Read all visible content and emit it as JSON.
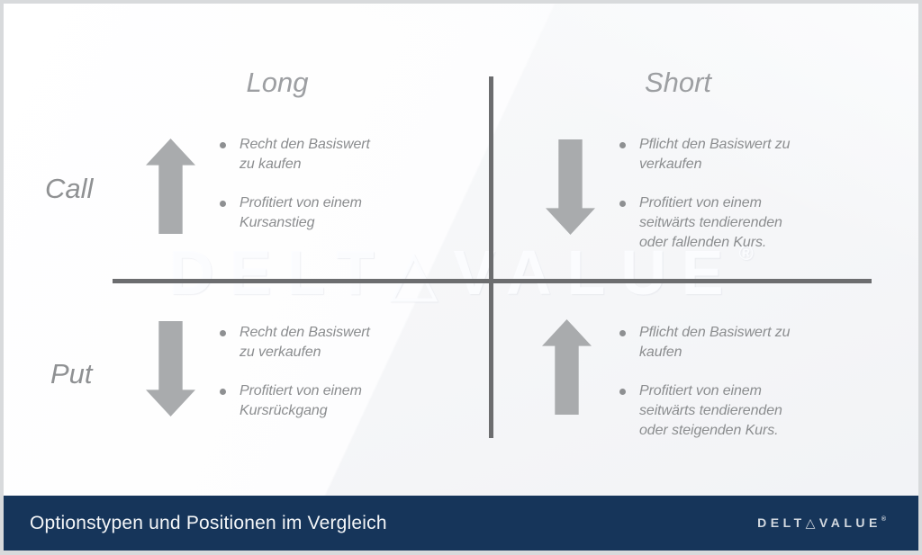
{
  "watermark": {
    "text": "DELT△VALUE",
    "registered": "®"
  },
  "matrix": {
    "col_headers": [
      "Long",
      "Short"
    ],
    "row_headers": [
      "Call",
      "Put"
    ],
    "quadrants": [
      {
        "row": "Call",
        "col": "Long",
        "arrow": "up",
        "bullets": [
          "Recht den Basiswert zu kaufen",
          "Profitiert von einem Kursanstieg"
        ]
      },
      {
        "row": "Call",
        "col": "Short",
        "arrow": "down",
        "bullets": [
          "Pflicht den Basiswert zu verkaufen",
          "Profitiert von einem seitwärts tendierenden oder fallenden Kurs."
        ]
      },
      {
        "row": "Put",
        "col": "Long",
        "arrow": "down",
        "bullets": [
          "Recht den Basiswert zu verkaufen",
          "Profitiert von einem Kursrückgang"
        ]
      },
      {
        "row": "Put",
        "col": "Short",
        "arrow": "up",
        "bullets": [
          "Pflicht den Basiswert zu kaufen",
          "Profitiert von einem seitwärts tendierenden oder steigenden Kurs."
        ]
      }
    ]
  },
  "footer": {
    "title": "Optionstypen und Positionen im Vergleich",
    "brand": "DELT△VALUE",
    "brand_registered": "®"
  },
  "colors": {
    "footer_bar": "#16355a",
    "axis_gray": "#6c6d6f",
    "arrow_gray": "#a9abad",
    "text_gray": "#8b8d8f",
    "frame_border": "#d8dadc"
  }
}
